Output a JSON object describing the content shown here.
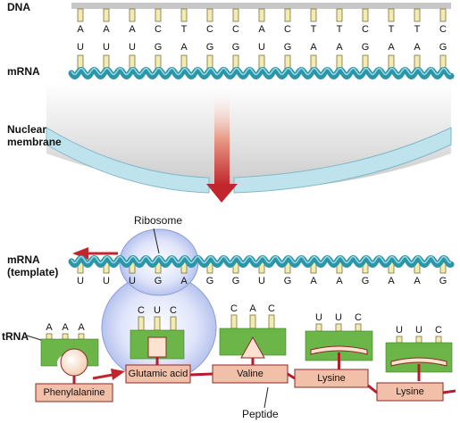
{
  "labels": {
    "dna": "DNA",
    "mrna": "mRNA",
    "nuclear_membrane_line1": "Nuclear",
    "nuclear_membrane_line2": "membrane",
    "ribosome": "Ribosome",
    "mrna_template_line1": "mRNA",
    "mrna_template_line2": "(template)",
    "trna": "tRNA",
    "peptide": "Peptide"
  },
  "dna_bases": [
    "A",
    "A",
    "A",
    "C",
    "T",
    "C",
    "C",
    "A",
    "C",
    "T",
    "T",
    "C",
    "T",
    "T",
    "C"
  ],
  "mrna_bases": [
    "U",
    "U",
    "U",
    "G",
    "A",
    "G",
    "G",
    "U",
    "G",
    "A",
    "A",
    "G",
    "A",
    "A",
    "G"
  ],
  "template_bases": [
    "U",
    "U",
    "U",
    "G",
    "A",
    "G",
    "G",
    "U",
    "G",
    "A",
    "A",
    "G",
    "A",
    "A",
    "G"
  ],
  "anticodons": [
    [
      "A",
      "A",
      "A"
    ],
    [
      "C",
      "U",
      "C"
    ],
    [
      "C",
      "A",
      "C"
    ],
    [
      "U",
      "U",
      "C"
    ],
    [
      "U",
      "U",
      "C"
    ]
  ],
  "amino_acids": [
    "Phenylalanine",
    "Glutamic acid",
    "Valine",
    "Lysine",
    "Lysine"
  ],
  "colors": {
    "backbone": "#2a96a8",
    "backbone_dark": "#166c7c",
    "base_peg": "#f3ecb0",
    "trna_green": "#6cb548",
    "amino_box": "#f2c0a8",
    "amino_border": "#8a2a2a",
    "peptide_bond": "#b51d2d",
    "arrow_red": "#c0262c",
    "membrane": "#bfe3ec",
    "ribosome": "#c8d2f4"
  }
}
